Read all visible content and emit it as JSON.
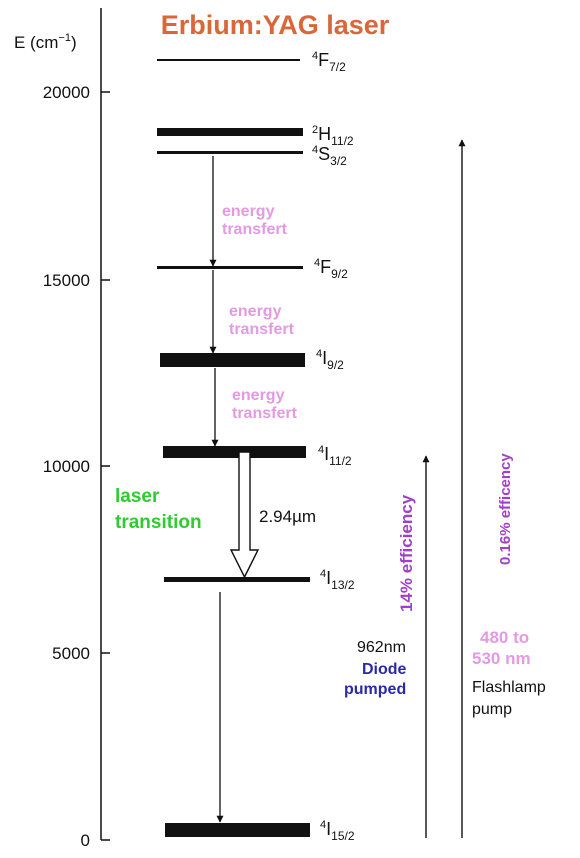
{
  "title": "Erbium:YAG laser",
  "axis": {
    "label_text": "E (cm",
    "label_sup": "−1",
    "label_close": ")",
    "ticks": [
      {
        "value": 20000,
        "label": "20000"
      },
      {
        "value": 15000,
        "label": "15000"
      },
      {
        "value": 10000,
        "label": "10000"
      },
      {
        "value": 5000,
        "label": "5000"
      },
      {
        "value": 0,
        "label": "0"
      }
    ]
  },
  "levels": [
    {
      "id": "4F72",
      "sup": "4",
      "base": "F",
      "sub": "7/2"
    },
    {
      "id": "2H112",
      "sup": "2",
      "base": "H",
      "sub": "11/2"
    },
    {
      "id": "4S32",
      "sup": "4",
      "base": "S",
      "sub": "3/2"
    },
    {
      "id": "4F92",
      "sup": "4",
      "base": "F",
      "sub": "9/2"
    },
    {
      "id": "4I92",
      "sup": "4",
      "base": "I",
      "sub": "9/2"
    },
    {
      "id": "4I112",
      "sup": "4",
      "base": "I",
      "sub": "11/2"
    },
    {
      "id": "4I132",
      "sup": "4",
      "base": "I",
      "sub": "13/2"
    },
    {
      "id": "4I152",
      "sup": "4",
      "base": "I",
      "sub": "15/2"
    }
  ],
  "transfers": [
    {
      "line1": "energy",
      "line2": "transfert"
    },
    {
      "line1": "energy",
      "line2": "transfert"
    },
    {
      "line1": "energy",
      "line2": "transfert"
    }
  ],
  "laser": {
    "line1": "laser",
    "line2": "transition",
    "wavelength": "2.94µm"
  },
  "diode": {
    "wavelength": "962nm",
    "line1": "Diode",
    "line2": "pumped",
    "efficiency": "14% efficiency"
  },
  "flashlamp": {
    "band_line1": "480 to",
    "band_line2": "530 nm",
    "line1": "Flashlamp",
    "line2": "pump",
    "efficiency": "0.16% efficency"
  },
  "colors": {
    "title": "#d9673a",
    "transfer": "#e39ae3",
    "laser": "#2ecc2e",
    "diode": "#2a2aa8",
    "efficiency": "#a23fc7",
    "band": "#e39ae3",
    "ink": "#111111"
  }
}
